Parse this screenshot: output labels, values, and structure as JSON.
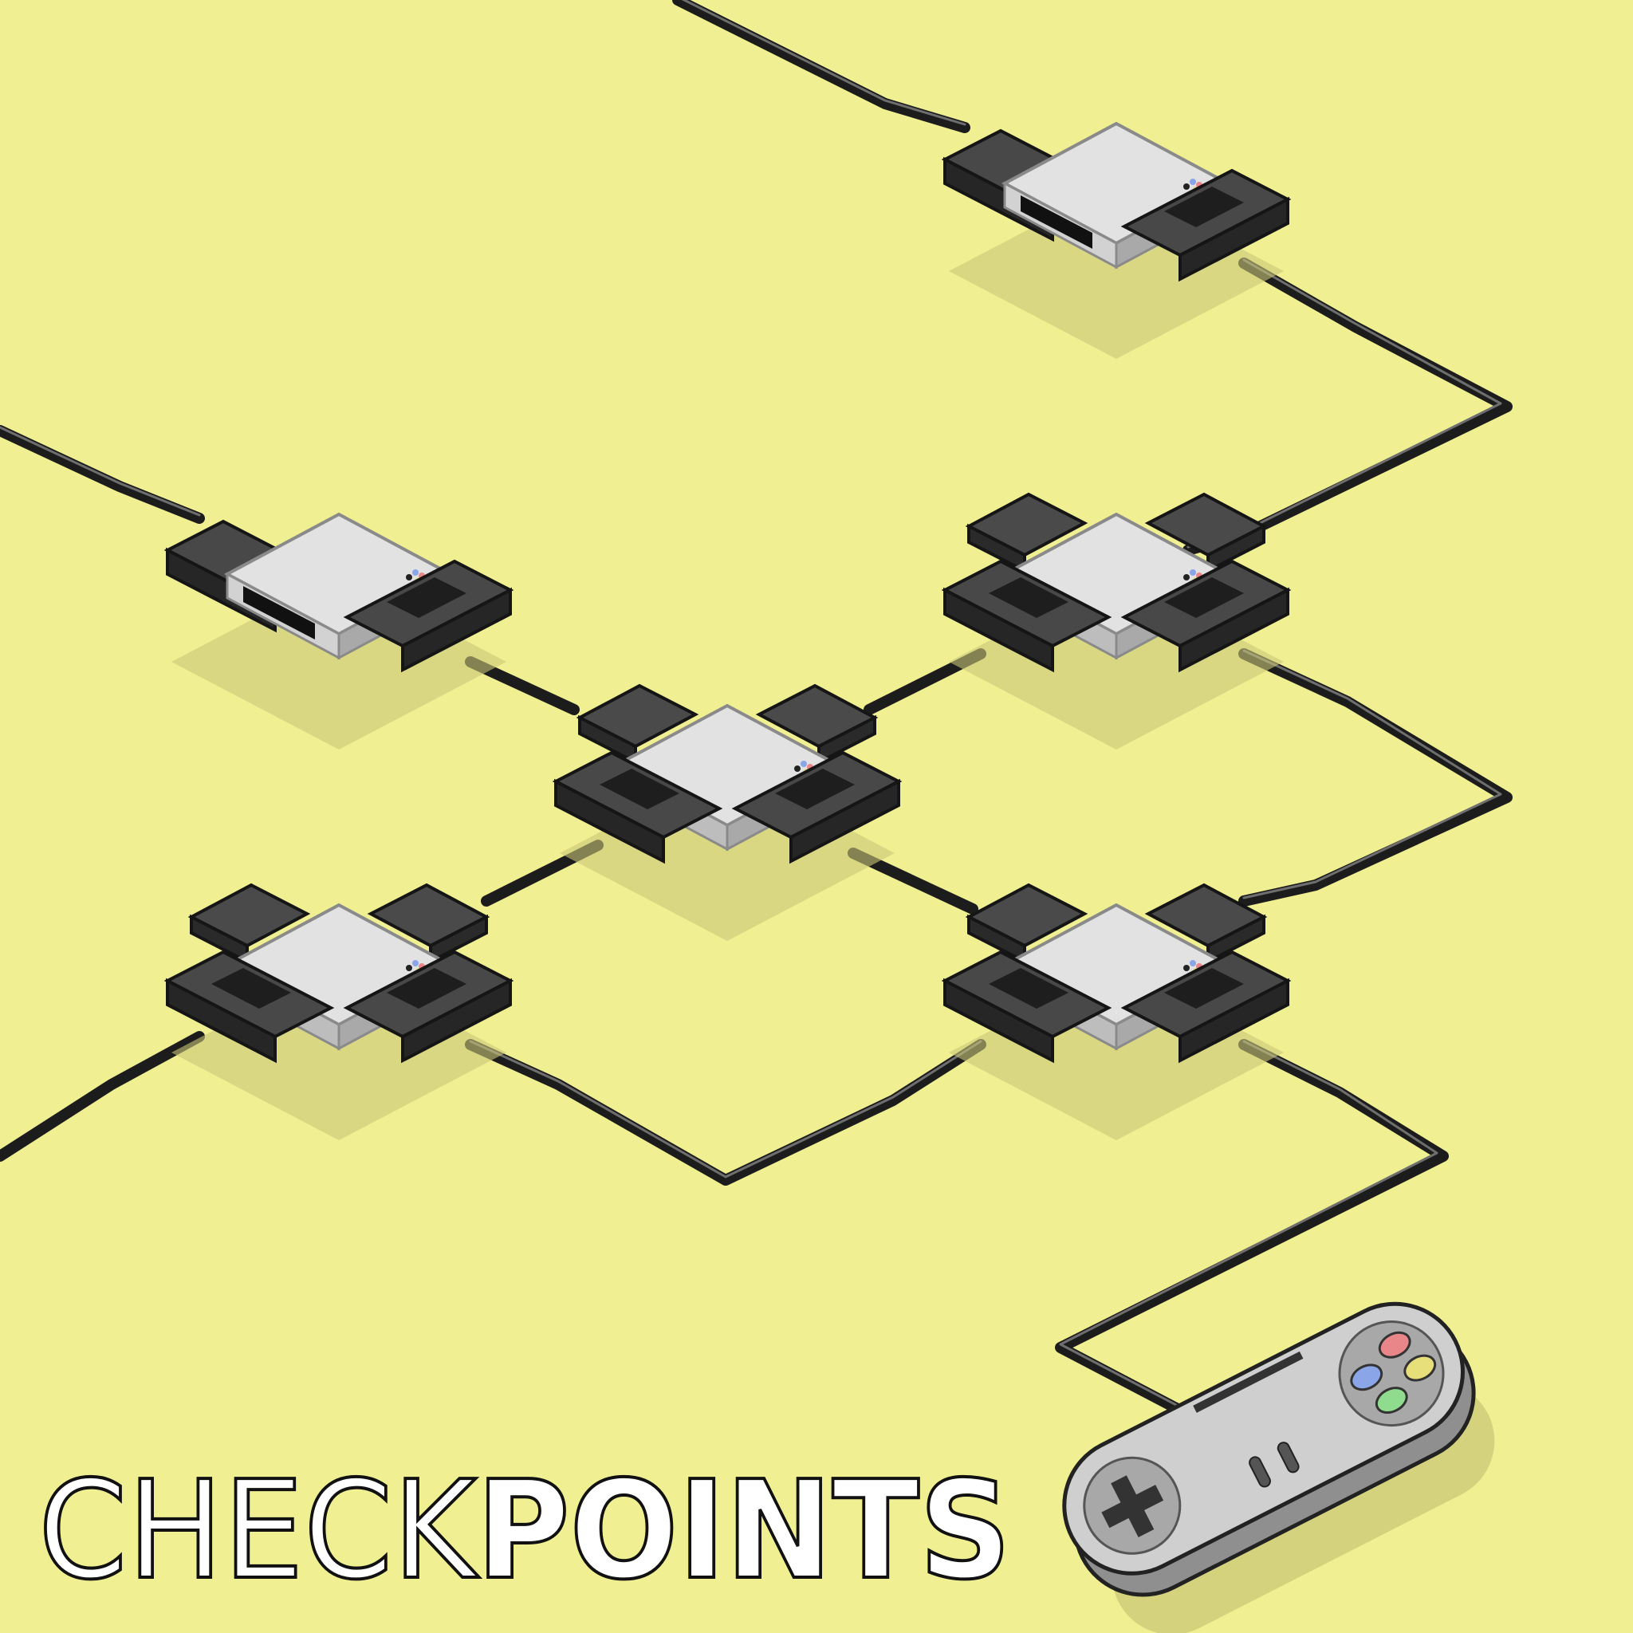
{
  "title": {
    "light_part": "CHECK",
    "bold_part": "POINTS"
  },
  "colors": {
    "background": "#f0ef92",
    "cable": "#1c1c1c",
    "cable_highlight": "#6e6e6e",
    "hub_body": "#cfcfcf",
    "hub_body_top": "#e4e4e4",
    "port_dark": "#3a3a3a",
    "port_darker": "#242424",
    "shadow": "#c9c676",
    "button_blue": "#8aa6e8",
    "button_red": "#e8868a",
    "button_green": "#8fdc8f",
    "button_yellow": "#e6df7a",
    "title_fill": "#ffffff",
    "title_stroke": "#111111"
  },
  "nodes": [
    {
      "id": "hub-top-right",
      "kind": "adapter",
      "ports": 2
    },
    {
      "id": "hub-mid-left",
      "kind": "adapter",
      "ports": 2
    },
    {
      "id": "hub-mid-right",
      "kind": "hub",
      "ports": 4
    },
    {
      "id": "hub-center",
      "kind": "hub",
      "ports": 4
    },
    {
      "id": "hub-low-left",
      "kind": "hub",
      "ports": 4
    },
    {
      "id": "hub-low-right",
      "kind": "hub",
      "ports": 4
    }
  ],
  "controller": {
    "face_buttons": [
      "blue",
      "red",
      "green",
      "yellow"
    ],
    "dpad": "cross-icon"
  }
}
